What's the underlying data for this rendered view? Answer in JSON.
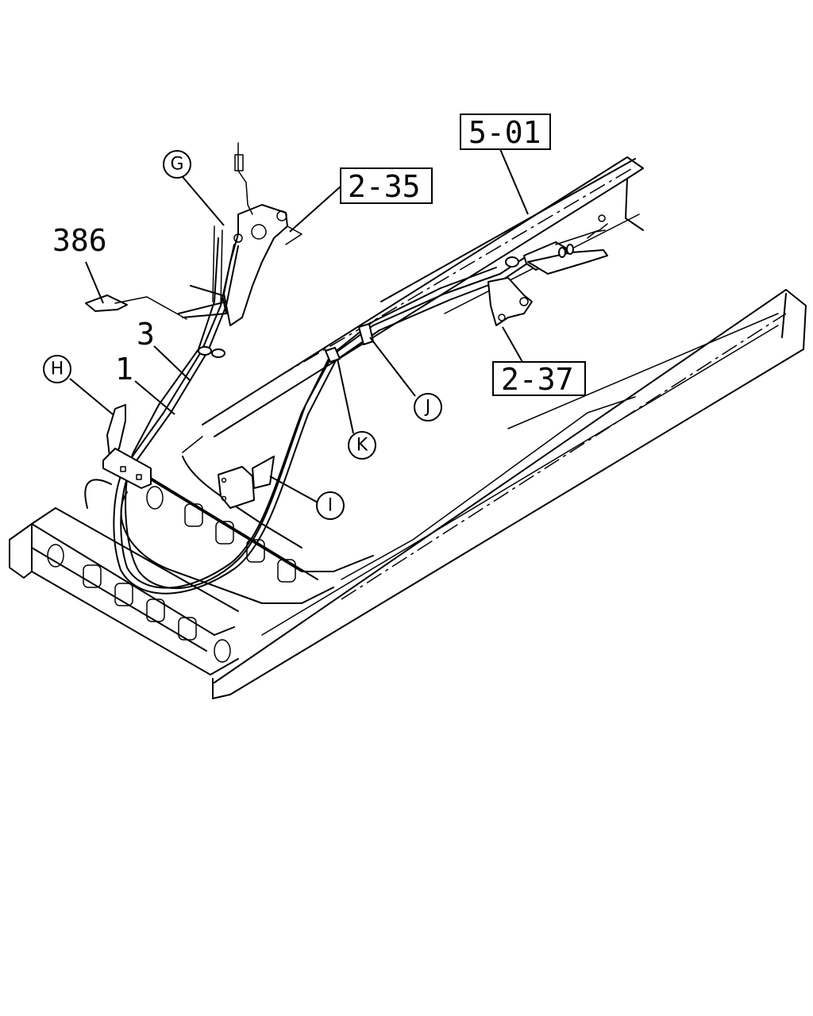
{
  "callouts": {
    "ref_5_01": "5-01",
    "ref_2_35": "2-35",
    "ref_2_37": "2-37",
    "part_386": "386",
    "part_3": "3",
    "part_1": "1",
    "view_g": "G",
    "view_h": "H",
    "view_i": "I",
    "view_j": "J",
    "view_k": "K"
  }
}
